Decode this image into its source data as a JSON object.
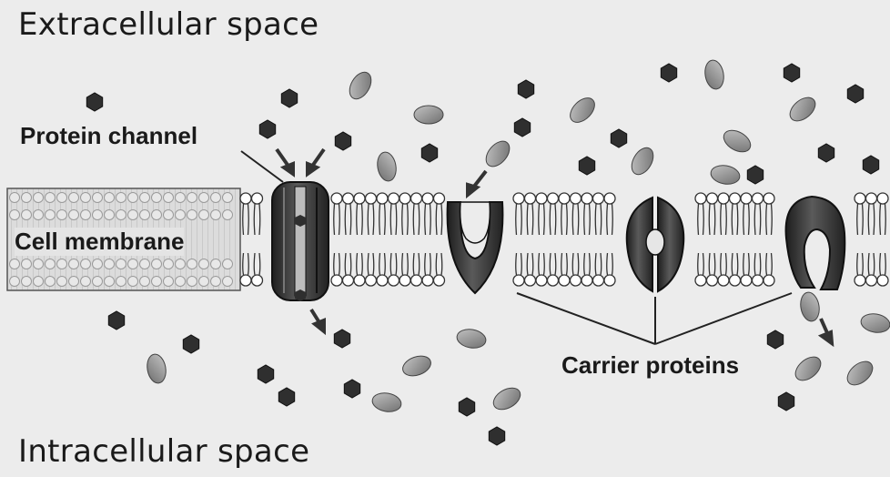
{
  "labels": {
    "extracellular": "Extracellular space",
    "intracellular": "Intracellular space",
    "protein_channel": "Protein channel",
    "cell_membrane": "Cell membrane",
    "carrier_proteins": "Carrier proteins"
  },
  "colors": {
    "background": "#ececec",
    "hexagon_molecule": "#2f2f2f",
    "oval_molecule": "#8e8e8e",
    "protein": "#3a3a3a",
    "lipid_head": "#ffffff",
    "membrane_cutaway": "#d9d9d9"
  },
  "icons": {
    "small_molecule": "hexagon",
    "solute_molecule": "ellipse",
    "transport_arrow": "arrow"
  }
}
